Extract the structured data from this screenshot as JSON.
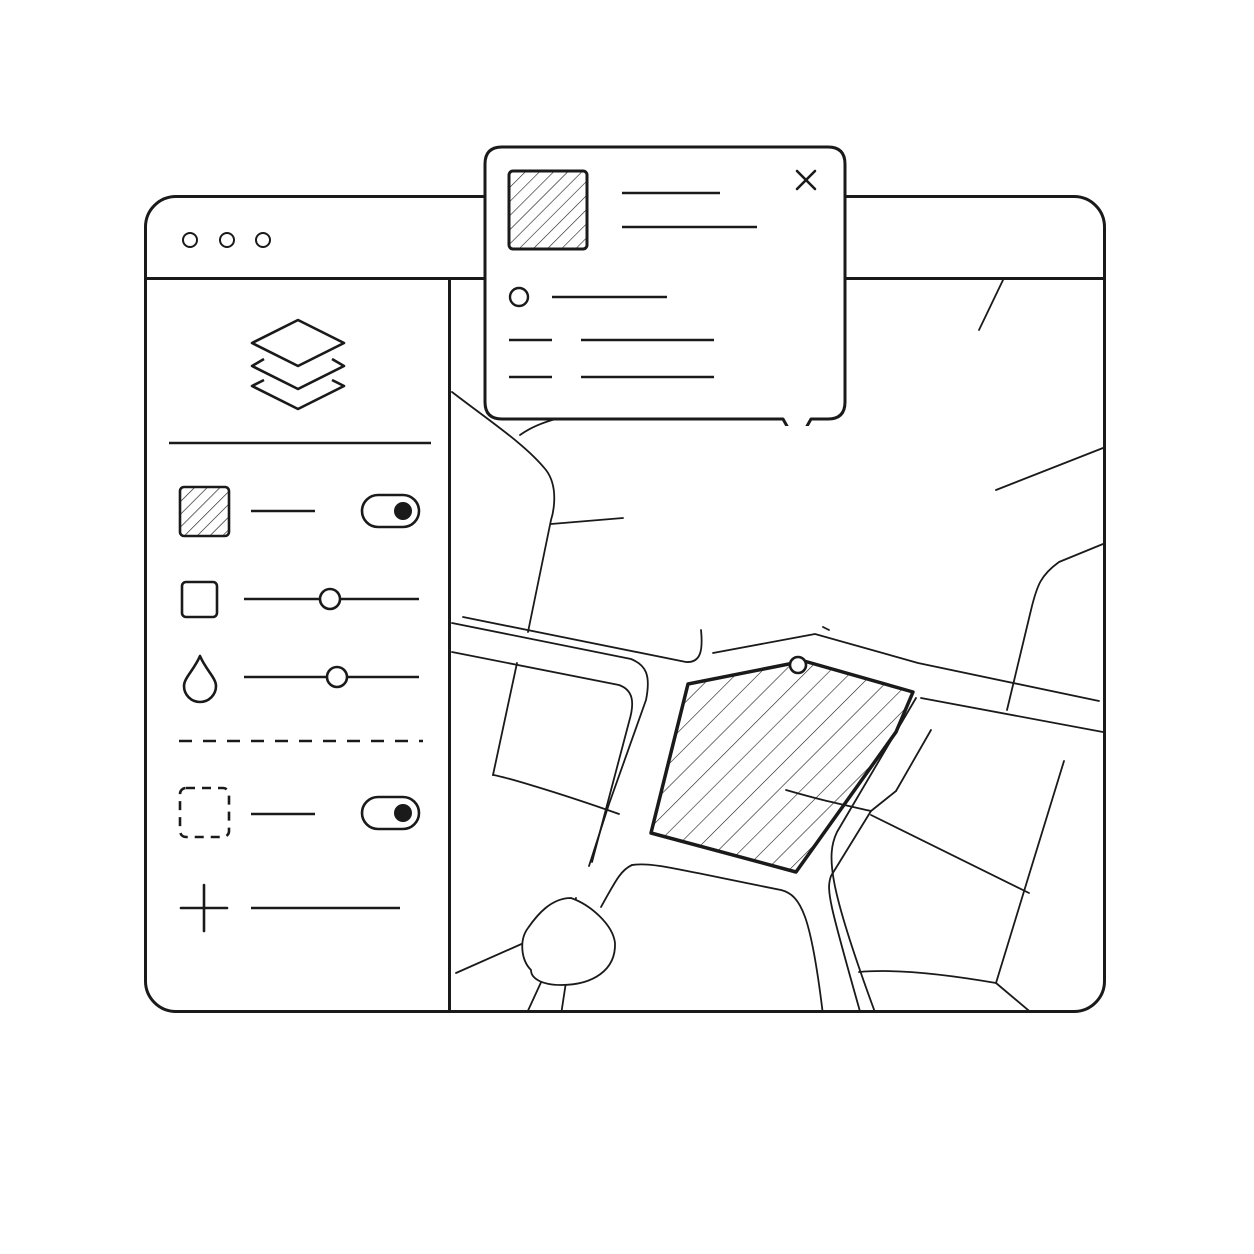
{
  "window": {
    "controls": [
      "window-dot",
      "window-dot",
      "window-dot"
    ]
  },
  "sidebar": {
    "header_icon": "layers-icon",
    "layers": [
      {
        "icon": "hatched-square-icon",
        "control": "toggle",
        "on": true
      },
      {
        "icon": "square-outline-icon",
        "control": "slider",
        "level": 0.48
      },
      {
        "icon": "droplet-icon",
        "control": "slider",
        "level": 0.53
      },
      {
        "icon": "dashed-square-icon",
        "control": "toggle",
        "on": true
      }
    ],
    "add_icon": "plus-icon"
  },
  "map": {
    "selected_feature": "hatched-polygon",
    "marker_icon": "marker-dot-icon"
  },
  "popup": {
    "thumbnail_icon": "hatched-thumbnail-icon",
    "close_icon": "close-icon",
    "attribute_icon": "circle-icon"
  },
  "colors": {
    "stroke": "#1a1a1a",
    "background": "#ffffff"
  }
}
